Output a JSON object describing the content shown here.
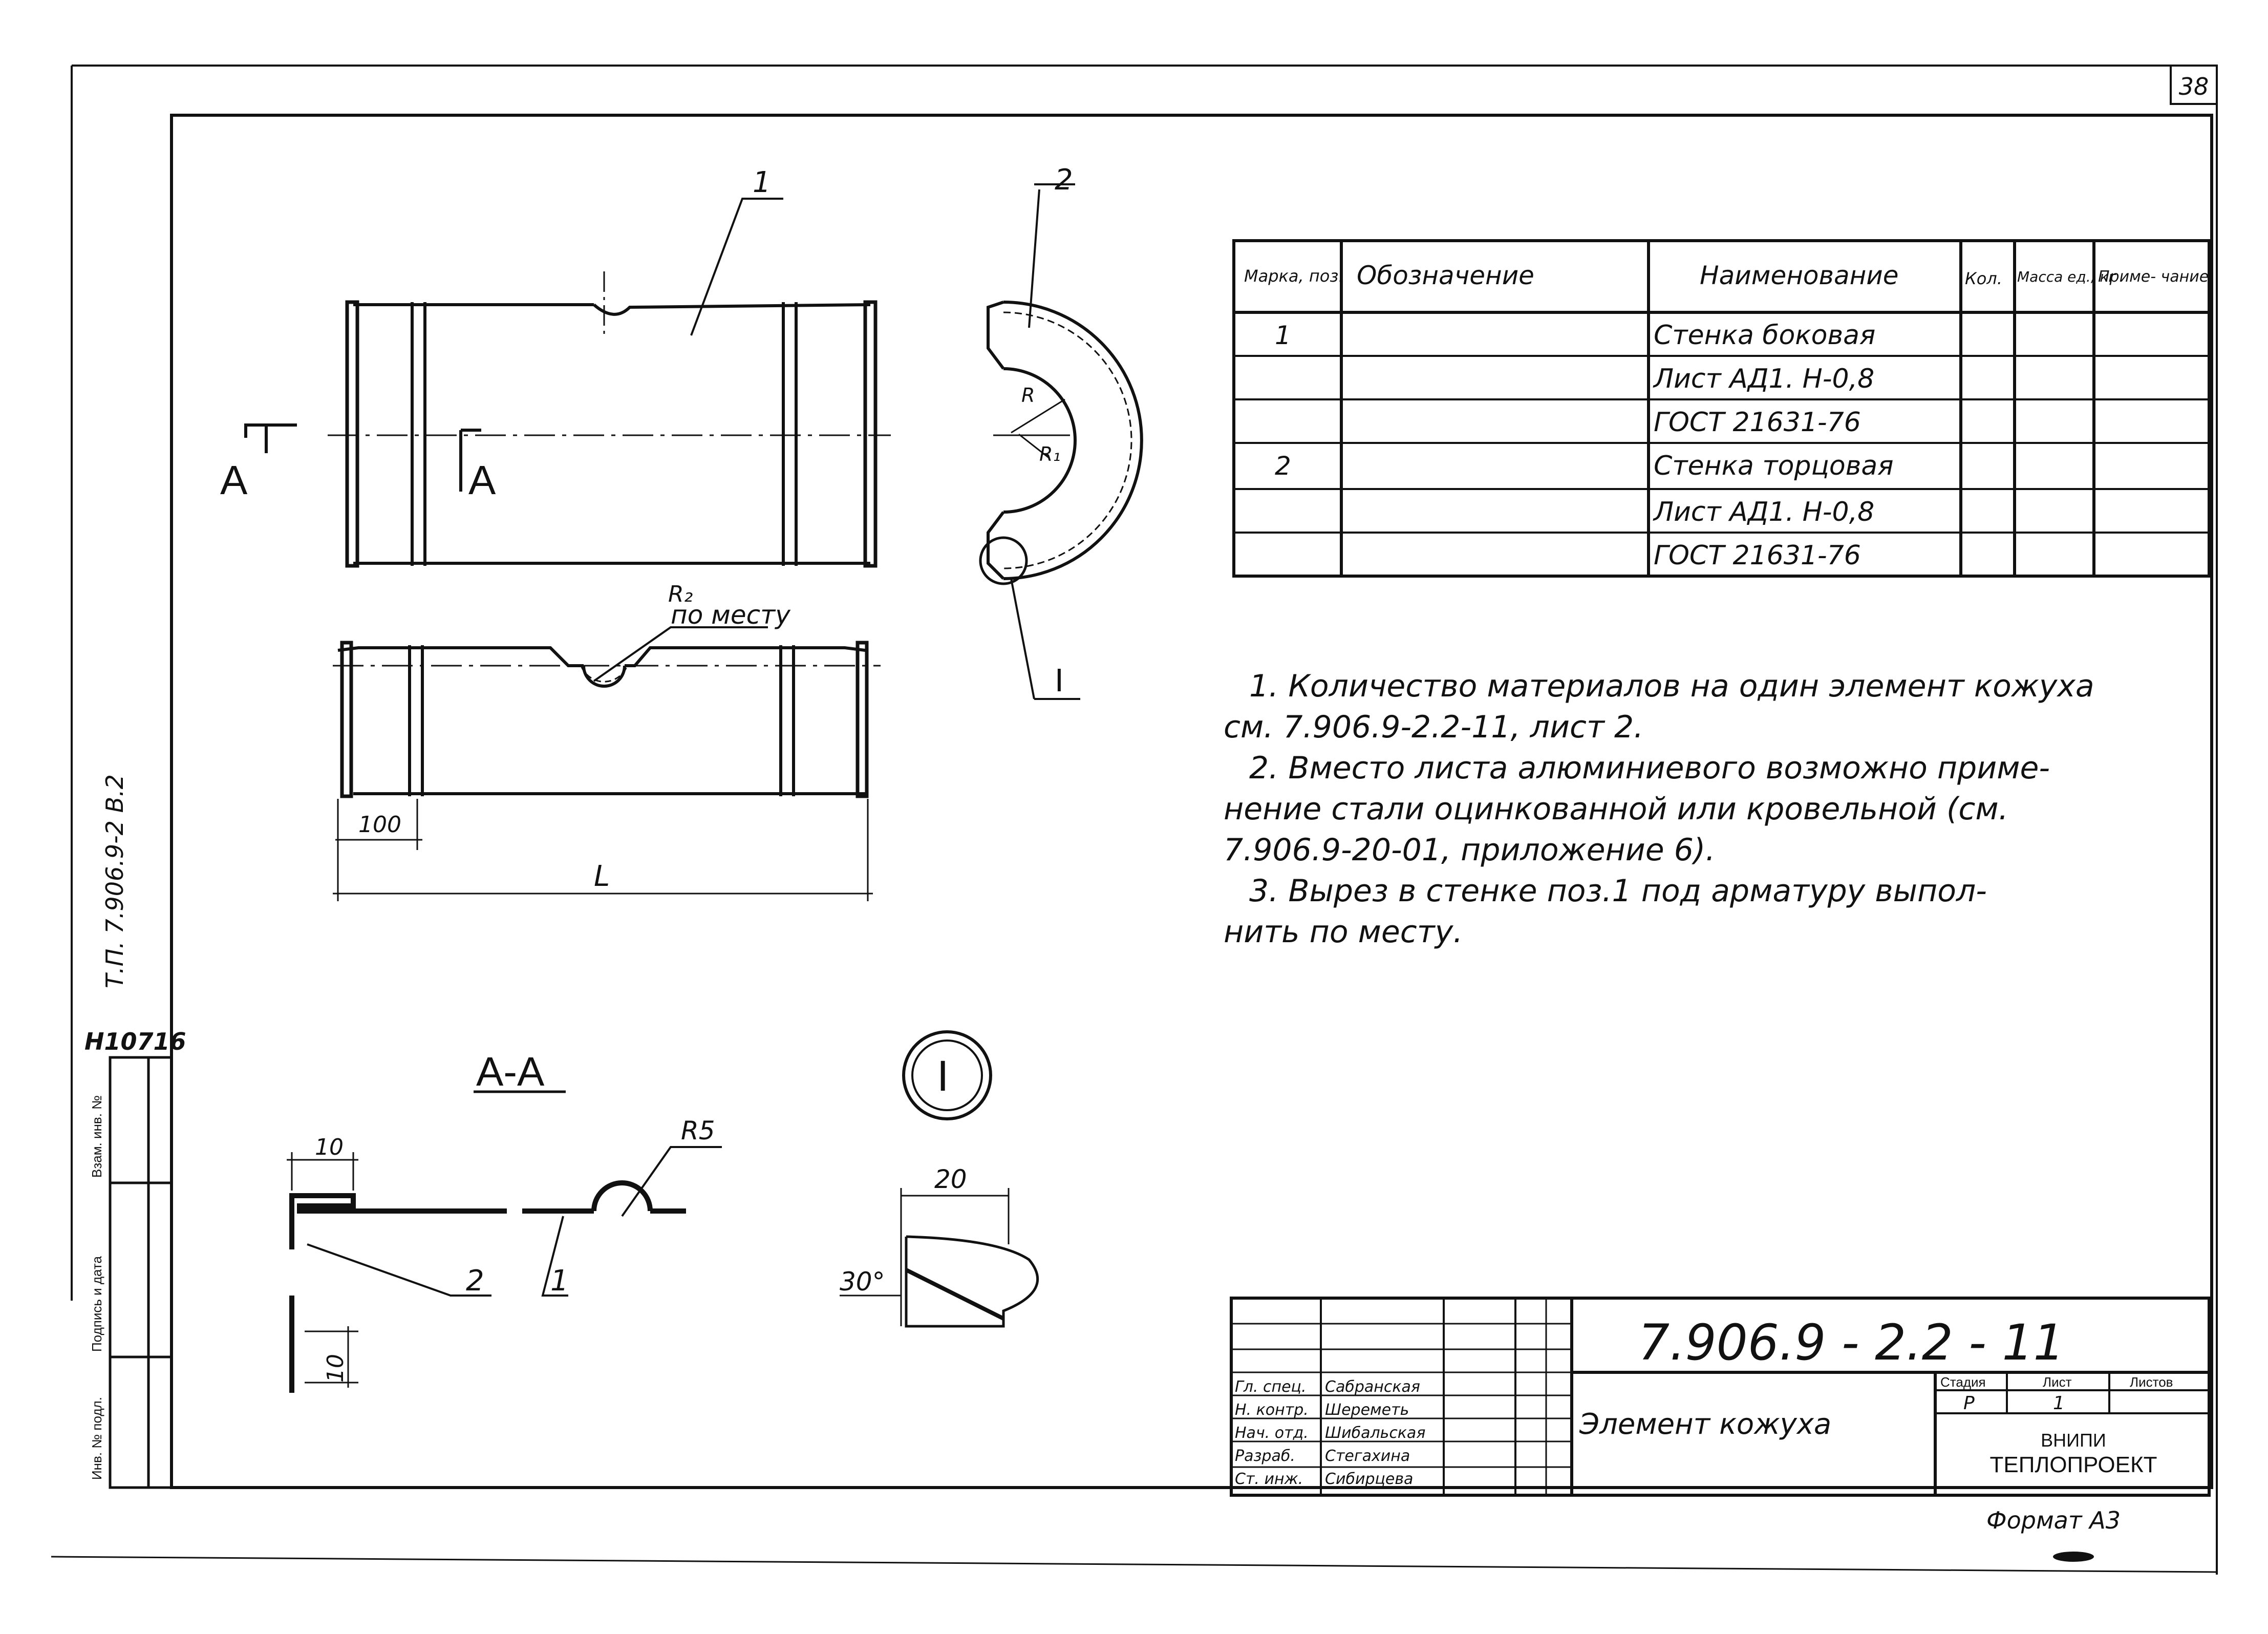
{
  "sheet": {
    "page_number": "38",
    "format": "Формат А3",
    "side_stamp": {
      "project": "Т.П. 7.906.9-2 В.2",
      "inventory": "H10716",
      "cell_labels": [
        "Инв. № подл.",
        "Подпись и дата",
        "Взам. инв. №"
      ]
    }
  },
  "views": {
    "labels": {
      "pos1": "1",
      "pos2": "2",
      "section_a_left": "А",
      "section_a_right": "А",
      "node_one": "I",
      "node_one_callout": "I",
      "section_title": "А-А"
    },
    "dimensions": {
      "r2_top": "R₂",
      "r2_bottom": "по месту",
      "dim_100": "100",
      "dim_L": "L",
      "r": "R",
      "r1": "R₁",
      "dim_10_top": "10",
      "dim_10_side": "10",
      "r5": "R5",
      "leader_2": "2",
      "leader_1": "1",
      "dim_20": "20",
      "angle_30": "30°"
    }
  },
  "spec_table": {
    "headers": {
      "mark": "Марка, поз.",
      "designation": "Обозначение",
      "name": "Наименование",
      "qty": "Кол.",
      "mass": "Масса ед., кг",
      "note": "Приме- чание"
    },
    "rows": [
      {
        "mark": "1",
        "designation": "",
        "name": "Стенка боковая",
        "qty": "",
        "mass": "",
        "note": ""
      },
      {
        "mark": "",
        "designation": "",
        "name": "Лист АД1. Н-0,8",
        "qty": "",
        "mass": "",
        "note": ""
      },
      {
        "mark": "",
        "designation": "",
        "name": "ГОСТ 21631-76",
        "qty": "",
        "mass": "",
        "note": ""
      },
      {
        "mark": "2",
        "designation": "",
        "name": "Стенка торцовая",
        "qty": "",
        "mass": "",
        "note": ""
      },
      {
        "mark": "",
        "designation": "",
        "name": "Лист АД1. Н-0,8",
        "qty": "",
        "mass": "",
        "note": ""
      },
      {
        "mark": "",
        "designation": "",
        "name": "ГОСТ 21631-76",
        "qty": "",
        "mass": "",
        "note": ""
      }
    ]
  },
  "notes": [
    "1. Количество материалов на один элемент кожуха",
    "см. 7.906.9-2.2-11, лист 2.",
    "2. Вместо листа алюминиевого возможно приме-",
    "нение стали оцинкованной или кровельной (см.",
    "7.906.9-20-01, приложение 6).",
    "3. Вырез в стенке поз.1 под арматуру выпол-",
    "нить по месту."
  ],
  "title_block": {
    "document_code": "7.906.9 - 2.2 - 11",
    "title": "Элемент кожуха",
    "stage_label": "Стадия",
    "sheet_label": "Лист",
    "sheets_label": "Листов",
    "stage": "Р",
    "sheet": "1",
    "org_line1": "ВНИПИ",
    "org_line2": "ТЕПЛОПРОЕКТ",
    "people": [
      {
        "role": "Гл. спец.",
        "name": "Сабранская"
      },
      {
        "role": "Н. контр.",
        "name": "Шереметь"
      },
      {
        "role": "Нач. отд.",
        "name": "Шибальская"
      },
      {
        "role": "Разраб.",
        "name": "Стегахина"
      },
      {
        "role": "Ст. инж.",
        "name": "Сибирцева"
      }
    ]
  }
}
